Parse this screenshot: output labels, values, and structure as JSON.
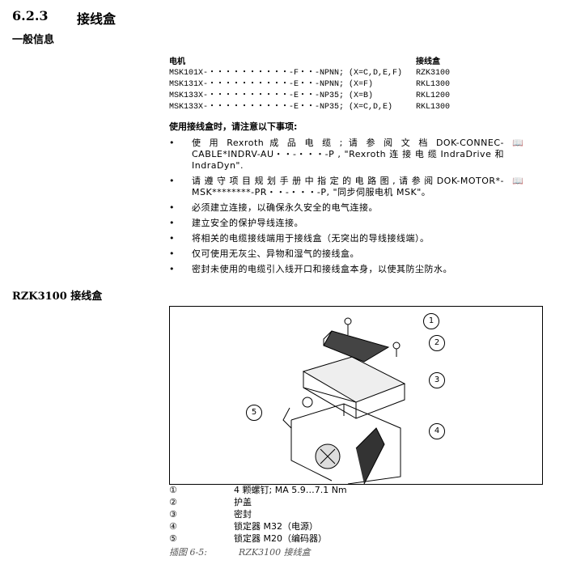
{
  "section": {
    "number": "6.2.3",
    "title": "接线盒"
  },
  "subtitle": "一般信息",
  "table": {
    "headers": [
      "电机",
      "接线盒"
    ],
    "rows": [
      [
        "MSK101X-・・・・・・・・・・-F・・-NPNN; (X=C,D,E,F)",
        "RZK3100"
      ],
      [
        "MSK131X-・・・・・・・・・・-E・・-NPNN; (X=F)",
        "RKL1300"
      ],
      [
        "MSK133X-・・・・・・・・・・-E・・-NP35; (X=B)",
        "RKL1200"
      ],
      [
        "MSK133X-・・・・・・・・・・-E・・-NP35; (X=C,D,E)",
        "RKL1300"
      ]
    ]
  },
  "notes_title": "使用接线盒时，请注意以下事项:",
  "bullets": [
    "使 用 Rexroth 成 品 电 缆 ; 请 参 阅 文 档 DOK-CONNEC-CABLE*INDRV-AU・・-・・・-P , \"Rexroth 连 接 电 缆 IndraDrive 和 IndraDyn\".",
    "请 遵 守 项 目 规 划 手 册 中 指 定 的 电 路 图 , 请 参 阅 DOK-MOTOR*-MSK********-PR・・-・・・-P, \"同步伺服电机 MSK\"。",
    "必须建立连接，以确保永久安全的电气连接。",
    "建立安全的保护导线连接。",
    "将相关的电缆接线端用于接线盒（无突出的导线接线端）。",
    "仅可使用无灰尘、异物和湿气的接线盒。",
    "密封未使用的电缆引入线开口和接线盒本身，以使其防尘防水。"
  ],
  "book_icon": "📖",
  "bullet_char": "•",
  "figure_heading": "RZK3100 接线盒",
  "callouts": [
    "1",
    "2",
    "3",
    "4",
    "5"
  ],
  "legend": [
    {
      "num": "①",
      "text": "4 颗螺钉; MA 5.9…7.1 Nm"
    },
    {
      "num": "②",
      "text": "护盖"
    },
    {
      "num": "③",
      "text": "密封"
    },
    {
      "num": "④",
      "text": "锁定器 M32（电源）"
    },
    {
      "num": "⑤",
      "text": "锁定器 M20（编码器）"
    }
  ],
  "caption": {
    "label": "插图 6-5:",
    "text": "RZK3100 接线盒"
  }
}
